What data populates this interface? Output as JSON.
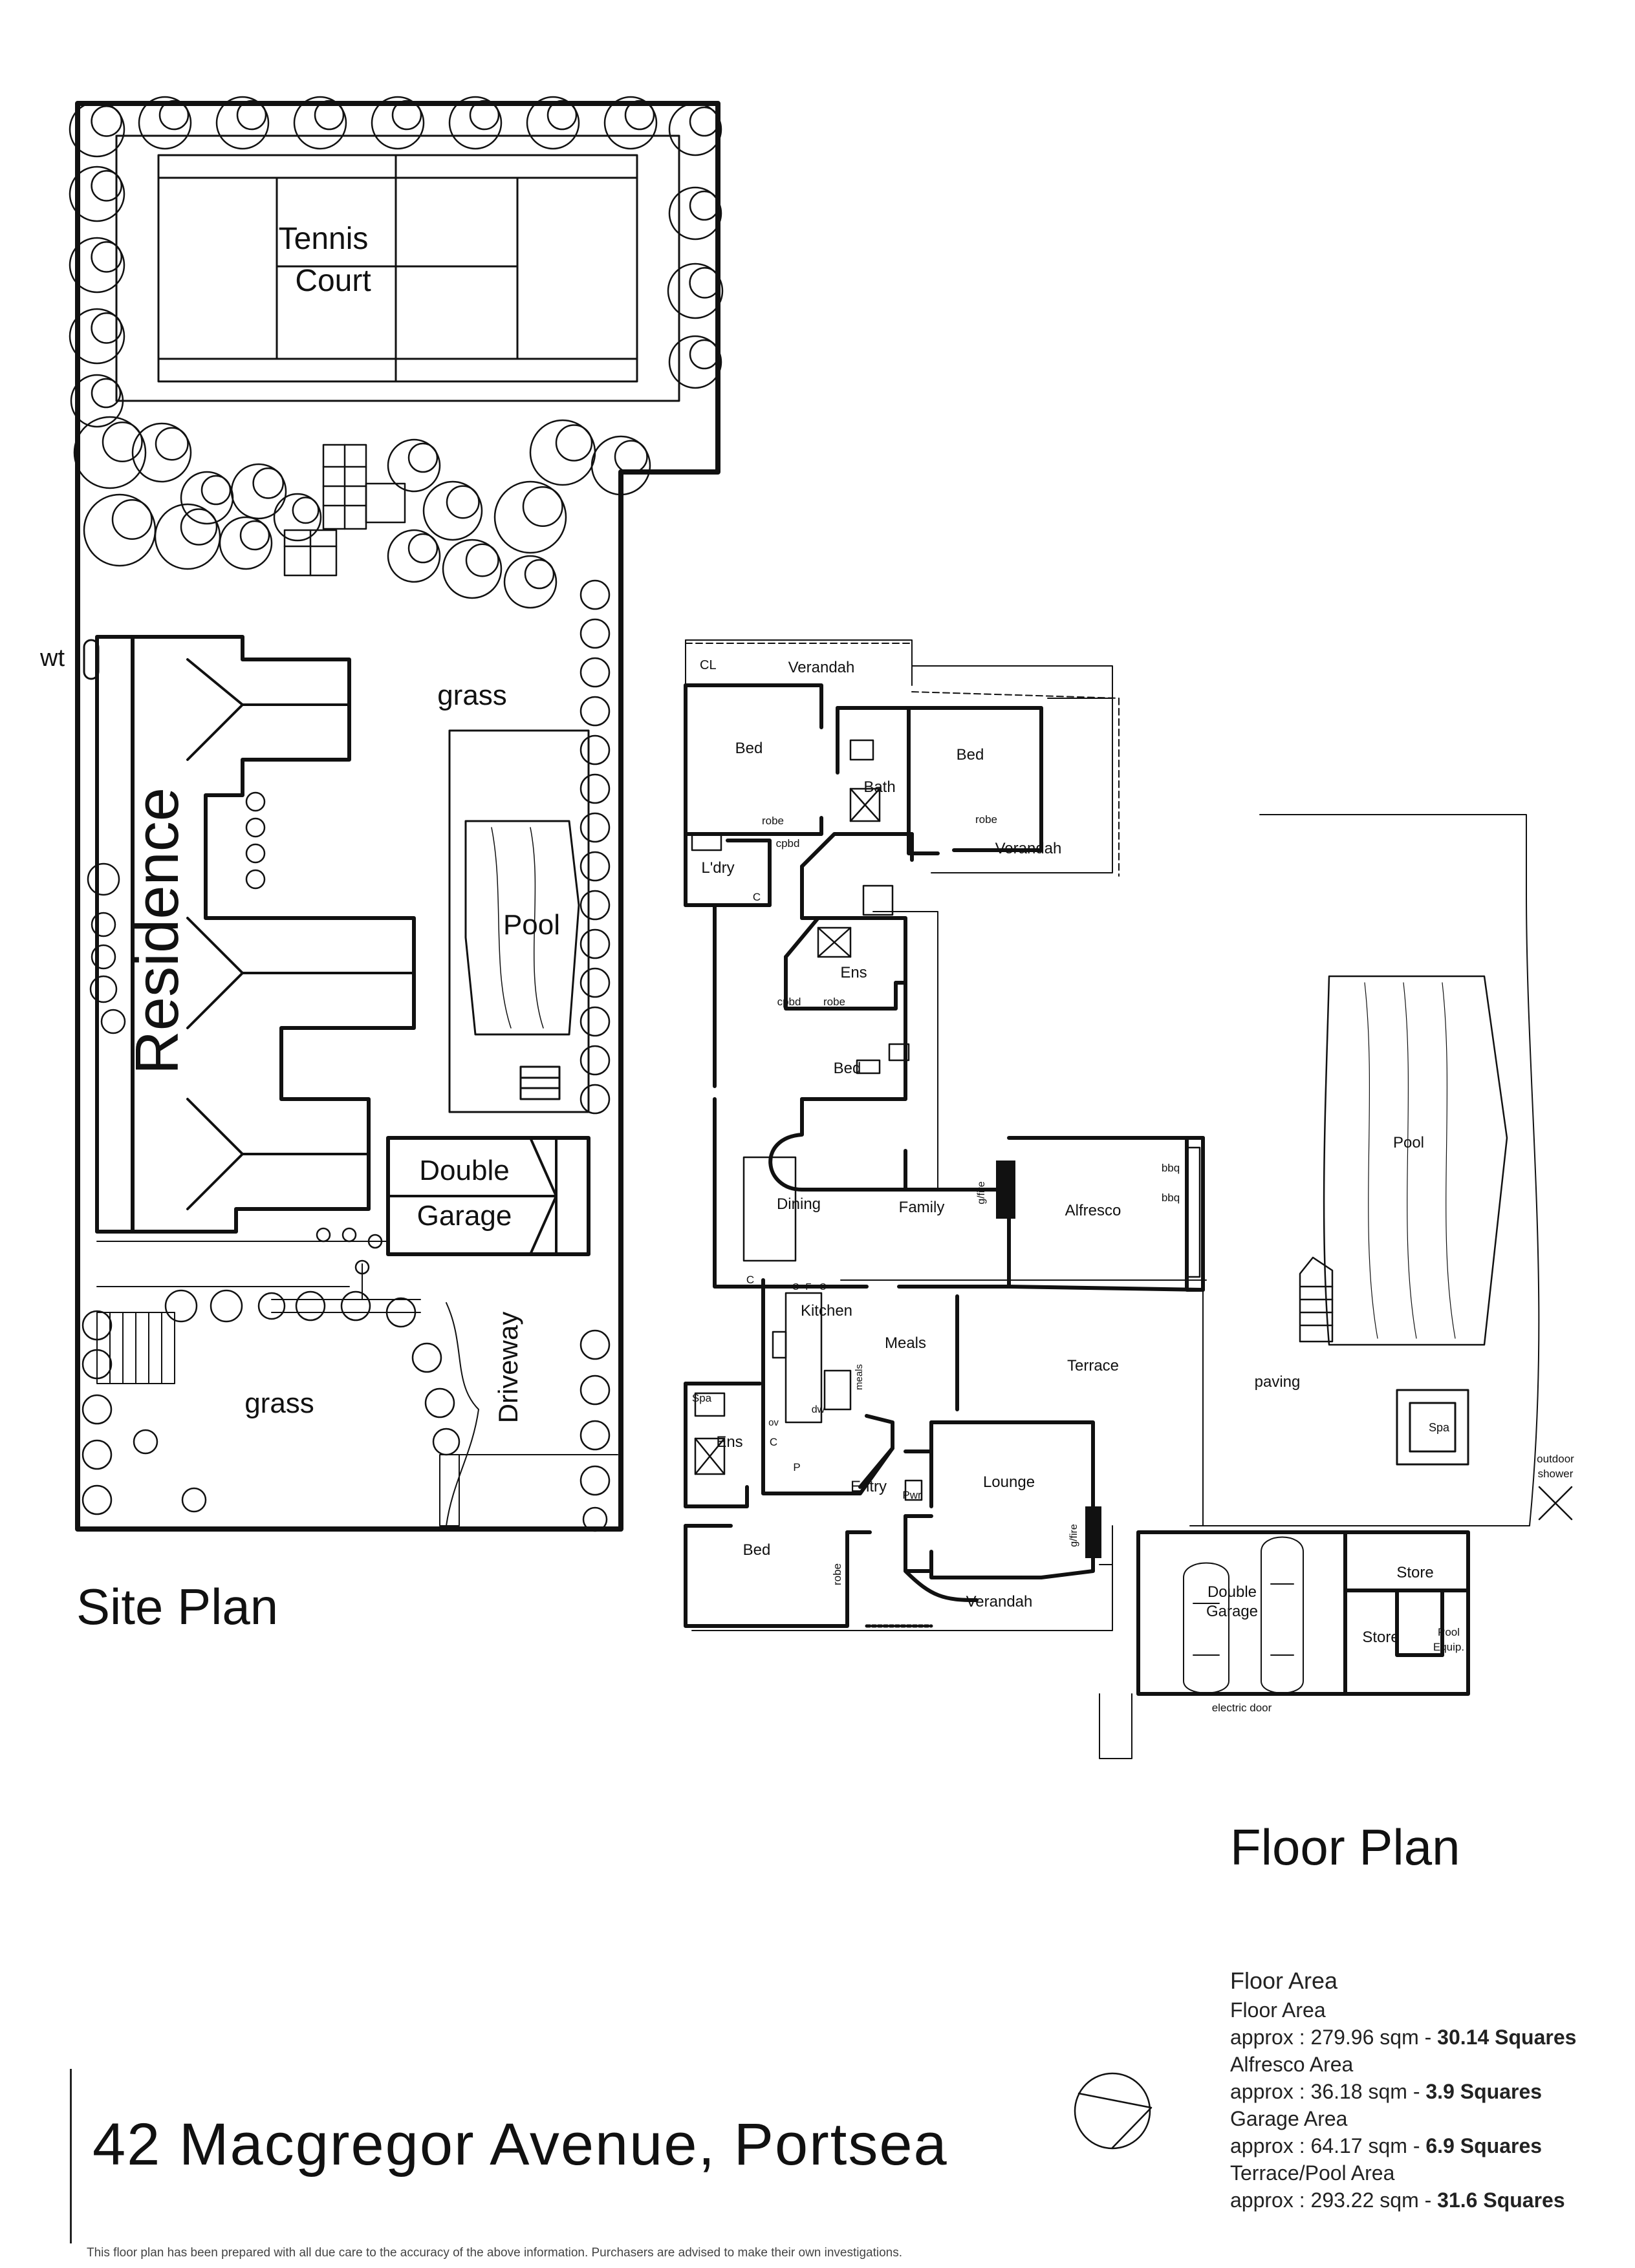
{
  "site_plan": {
    "title": "Site Plan",
    "labels": {
      "tennis_1": "Tennis",
      "tennis_2": "Court",
      "wt": "wt",
      "grass_top": "grass",
      "pool": "Pool",
      "residence": "Residence",
      "garage_1": "Double",
      "garage_2": "Garage",
      "grass_bottom": "grass",
      "driveway": "Driveway"
    }
  },
  "floor_plan": {
    "title": "Floor Plan",
    "labels": {
      "cl": "CL",
      "verandah_top": "Verandah",
      "bed_1": "Bed",
      "bed_2": "Bed",
      "bath": "Bath",
      "robe_1": "robe",
      "robe_2": "robe",
      "cpbd_1": "cpbd",
      "ldry": "L'dry",
      "c_1": "C",
      "verandah_right": "Verandah",
      "ens_1": "Ens",
      "cpbd_2": "cpbd",
      "robe_3": "robe",
      "bed_3": "Bed",
      "pool": "Pool",
      "dining": "Dining",
      "family": "Family",
      "gfire_1": "g/fire",
      "alfresco": "Alfresco",
      "bbq_1": "bbq",
      "bbq_2": "bbq",
      "c_2": "C",
      "c_3": "C",
      "f_1": "F",
      "c_4": "C",
      "kitchen": "Kitchen",
      "meals": "Meals",
      "meals_small": "meals",
      "dw": "dw",
      "terrace": "Terrace",
      "paving": "paving",
      "spa_1": "Spa",
      "spa_2": "Spa",
      "ens_2": "Ens",
      "ov": "ov",
      "c_5": "C",
      "p": "P",
      "entry": "Entry",
      "pwr": "Pwr",
      "lounge": "Lounge",
      "gfire_2": "g/fire",
      "outdoor_1": "outdoor",
      "outdoor_2": "shower",
      "bed_4": "Bed",
      "robe_4": "robe",
      "verandah_bottom": "Verandah",
      "garage_1": "Double",
      "garage_2": "Garage",
      "store_1": "Store",
      "store_2": "Store",
      "pool_equip_1": "Pool",
      "pool_equip_2": "Equip.",
      "electric_door": "electric door"
    }
  },
  "areas": {
    "heading": "Floor Area",
    "items": [
      {
        "label": "Floor Area",
        "approx": "approx : 279.96 sqm - ",
        "squares": "30.14 Squares"
      },
      {
        "label": "Alfresco Area",
        "approx": "approx : 36.18 sqm - ",
        "squares": "3.9 Squares"
      },
      {
        "label": "Garage Area",
        "approx": "approx : 64.17 sqm - ",
        "squares": "6.9 Squares"
      },
      {
        "label": "Terrace/Pool Area",
        "approx": "approx : 293.22 sqm - ",
        "squares": "31.6 Squares"
      }
    ]
  },
  "address": "42 Macgregor Avenue, Portsea",
  "disclaimer": "This floor plan has been prepared with all due care to the accuracy of the above information. Purchasers are advised to make their own investigations."
}
